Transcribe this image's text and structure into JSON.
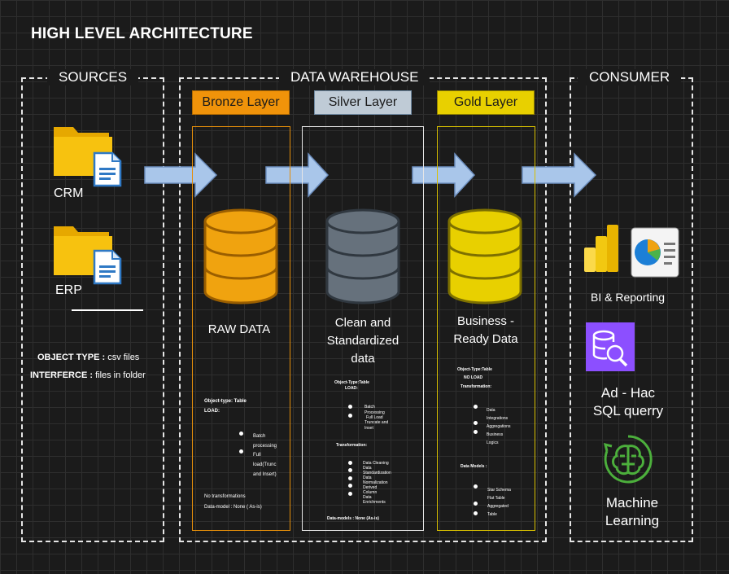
{
  "title": "HIGH LEVEL ARCHITECTURE",
  "sections": {
    "sources": "SOURCES",
    "warehouse": "DATA WAREHOUSE",
    "consumer": "CONSUMER"
  },
  "sources": {
    "crm": "CRM",
    "erp": "ERP",
    "object_type_key": "OBJECT TYPE :",
    "object_type_val": "csv files",
    "interface_key": "INTERFERCE :",
    "interface_val": "files in folder"
  },
  "layers": {
    "bronze": {
      "name": "Bronze Layer",
      "color": "#f0930a",
      "caption": "RAW DATA",
      "object_type": "Object-type: Table",
      "load": "LOAD:",
      "bullets": [
        "Batch processing",
        "Full load(Trunc and Insert)"
      ],
      "transformations": "No transformations",
      "data_model": "Data-model : None ( As-is)"
    },
    "silver": {
      "name": "Silver Layer",
      "color": "#bfcbd6",
      "caption_1": "Clean and",
      "caption_2": "Standardized",
      "caption_3": "data",
      "object_type": "Object-Type:Table",
      "load": "LOAD:",
      "load_bullets": [
        "Batch Processing",
        "Full Load",
        "Truncate and Inset"
      ],
      "transformation": "Transformation:",
      "transform_bullets": [
        "Data Cleaning",
        "Data Standardization",
        "Data Normalization",
        "Derived Column",
        "Data Enrichments"
      ],
      "data_model": "Data-models : None (As-is)"
    },
    "gold": {
      "name": "Gold Layer",
      "color": "#e8d000",
      "caption_1": "Business -",
      "caption_2": "Ready Data",
      "object_type": "Object-Type:Table",
      "load": "NO LOAD",
      "transformation": "Transformation:",
      "transform_bullets": [
        "Data Integrations",
        "Aggregations",
        "Business Logics"
      ],
      "data_models": "Data Models :",
      "model_bullets": [
        "Star Schema",
        "Flat Table",
        "Aggregated Table"
      ]
    }
  },
  "consumer": {
    "bi": "BI & Reporting",
    "adhoc_1": "Ad - Hac",
    "adhoc_2": "SQL querry",
    "ml_1": "Machine",
    "ml_2": "Learning"
  },
  "icons": {
    "folder": "folder-icon",
    "document": "document-icon",
    "database": "database-icon",
    "arrow": "arrow-right-icon",
    "powerbi": "power-bi-icon",
    "chart": "pie-chart-dashboard-icon",
    "sql": "sql-search-icon",
    "brain": "brain-circuit-icon"
  }
}
